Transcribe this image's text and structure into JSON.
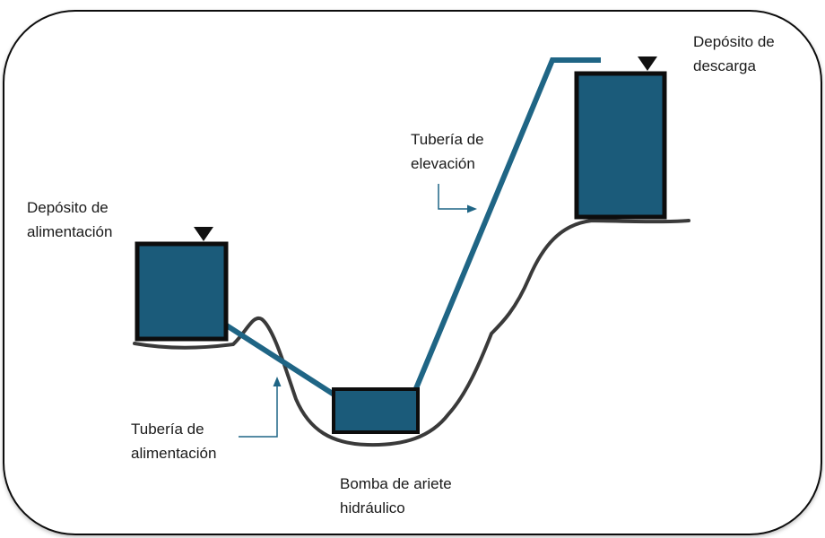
{
  "diagram": {
    "colors": {
      "tank_fill": "#1b5b7a",
      "tank_border": "#0d0d0d",
      "pipe": "#1f6585",
      "ground": "#3a3a3a",
      "frame_border": "#111111",
      "arrow": "#1f6585",
      "water_level_marker": "#111111"
    },
    "labels": {
      "supply_tank": [
        "Depósito de",
        "alimentación"
      ],
      "discharge_tank": [
        "Depósito de",
        "descarga"
      ],
      "delivery_pipe": [
        "Tubería de",
        "elevación"
      ],
      "drive_pipe": [
        "Tubería de",
        "alimentación"
      ],
      "ram_pump": [
        "Bomba de ariete",
        "hidráulico"
      ]
    }
  }
}
